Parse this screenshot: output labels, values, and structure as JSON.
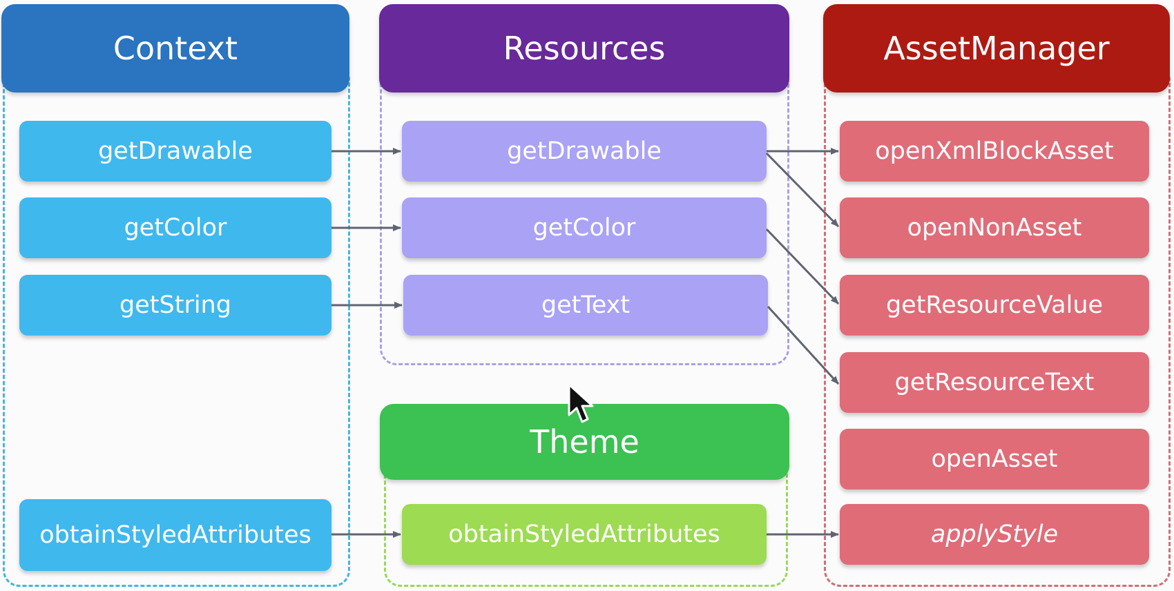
{
  "colors": {
    "context_header": "#2a74c0",
    "context_box": "#3fb8ee",
    "context_frame": "#46b4e0",
    "resources_header": "#68299a",
    "resources_box": "#a9a2f5",
    "resources_frame": "#a9a0e6",
    "asset_header": "#ad1a12",
    "asset_box": "#e06c78",
    "asset_frame": "#d56d72",
    "theme_header": "#3cc153",
    "theme_box": "#9ddb52",
    "theme_frame": "#96d95a",
    "arrow": "#5f6470"
  },
  "context": {
    "title": "Context",
    "methods": [
      "getDrawable",
      "getColor",
      "getString",
      "obtainStyledAttributes"
    ]
  },
  "resources": {
    "title": "Resources",
    "methods": [
      "getDrawable",
      "getColor",
      "getText"
    ]
  },
  "theme": {
    "title": "Theme",
    "methods": [
      "obtainStyledAttributes"
    ]
  },
  "asset_manager": {
    "title": "AssetManager",
    "methods": [
      "openXmlBlockAsset",
      "openNonAsset",
      "getResourceValue",
      "getResourceText",
      "openAsset",
      "applyStyle"
    ]
  },
  "connections": [
    {
      "from": "context-getDrawable",
      "to": "resources-getDrawable"
    },
    {
      "from": "context-getColor",
      "to": "resources-getColor"
    },
    {
      "from": "context-getString",
      "to": "resources-getText"
    },
    {
      "from": "context-obtainStyledAttributes",
      "to": "theme-obtainStyledAttributes"
    },
    {
      "from": "resources-getDrawable",
      "to": "asset-openXmlBlockAsset"
    },
    {
      "from": "resources-getDrawable",
      "to": "asset-openNonAsset"
    },
    {
      "from": "resources-getColor",
      "to": "asset-getResourceValue"
    },
    {
      "from": "resources-getText",
      "to": "asset-getResourceText"
    },
    {
      "from": "theme-obtainStyledAttributes",
      "to": "asset-applyStyle"
    }
  ]
}
